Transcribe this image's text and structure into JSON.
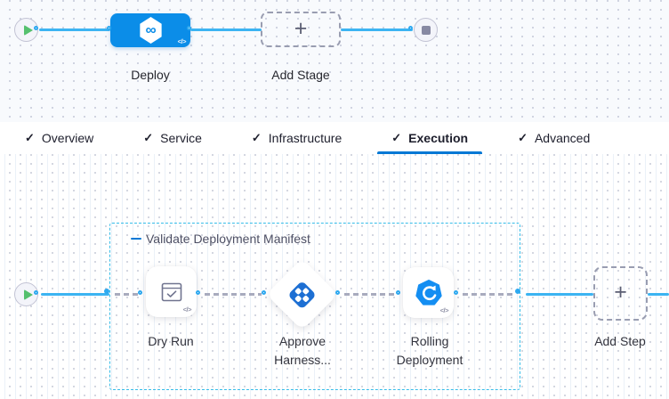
{
  "glyphs": {
    "plus": "+",
    "check": "✓",
    "code": "</>",
    "infinity": "∞"
  },
  "colors": {
    "stage_accent": "#0b8de8",
    "connector_line": "#3cb4f2",
    "group_border": "#36bde9",
    "active_tab_underline": "#0278d5",
    "play_green": "#55c06e",
    "approval_icon_blue": "#1d6fd3",
    "rolling_icon_blue": "#148ef2"
  },
  "stage_pipeline": {
    "stages": [
      {
        "label": "Deploy"
      }
    ],
    "add_stage_label": "Add Stage"
  },
  "tabs": [
    {
      "label": "Overview",
      "checked": true,
      "active": false
    },
    {
      "label": "Service",
      "checked": true,
      "active": false
    },
    {
      "label": "Infrastructure",
      "checked": true,
      "active": false
    },
    {
      "label": "Execution",
      "checked": true,
      "active": true
    },
    {
      "label": "Advanced",
      "checked": true,
      "active": false
    }
  ],
  "execution": {
    "group_label": "Validate Deployment Manifest",
    "steps": [
      {
        "label": "Dry Run",
        "type": "dry-run"
      },
      {
        "label": "Approve Harness...",
        "type": "approval"
      },
      {
        "label": "Rolling Deployment",
        "type": "rolling-deployment"
      }
    ],
    "add_step_label": "Add Step"
  }
}
